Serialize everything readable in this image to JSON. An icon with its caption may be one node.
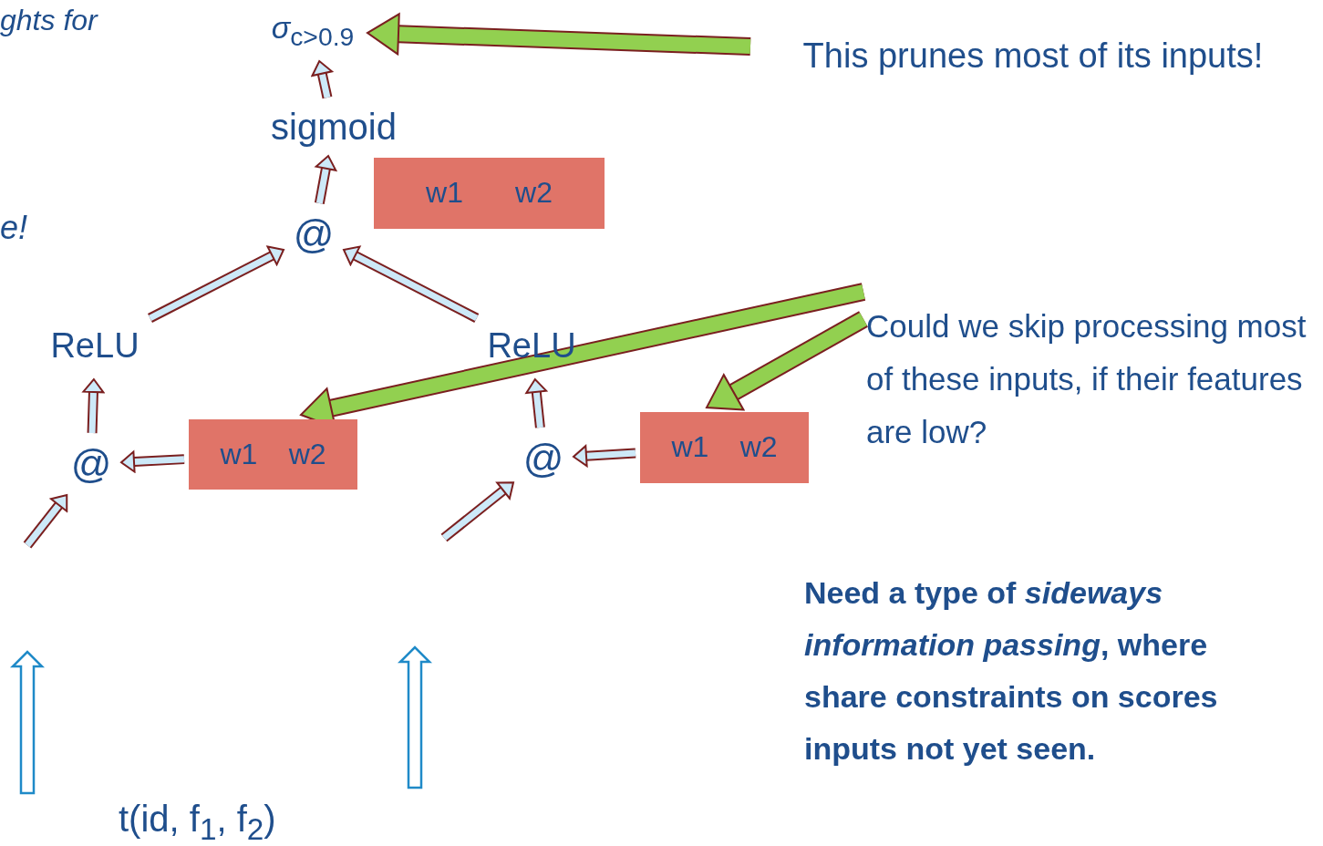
{
  "diagram": {
    "nodes": [
      {
        "text": [
          "*σ*$_{c>0.9}$"
        ]
      },
      {
        "text": [
          "sigmoid"
        ]
      },
      {
        "text": [
          "@"
        ]
      },
      {
        "text": [
          "w1",
          "w2"
        ]
      },
      {
        "text": [
          "ReLU"
        ]
      },
      {
        "text": [
          "ReLU"
        ]
      },
      {
        "text": [
          "@"
        ]
      },
      {
        "text": [
          "w1",
          "w2"
        ]
      },
      {
        "text": [
          "@"
        ]
      },
      {
        "text": [
          "w1",
          "w2"
        ]
      },
      {
        "text": [
          "This prunes most of its inputs!"
        ]
      },
      {
        "text": [
          "Could we skip processing most of these inputs, if their features are low?"
        ]
      }
    ],
    "edges": [
      {
        "from": 1,
        "to": 0,
        "arrow": "to"
      },
      {
        "from": 2,
        "to": 1,
        "arrow": "to"
      },
      {
        "from": 4,
        "to": 2,
        "arrow": "to"
      },
      {
        "from": 5,
        "to": 2,
        "arrow": "to"
      },
      {
        "from": 6,
        "to": 4,
        "arrow": "to"
      },
      {
        "from": 8,
        "to": 5,
        "arrow": "to"
      },
      {
        "from": 7,
        "to": 6,
        "arrow": "to"
      },
      {
        "from": 9,
        "to": 8,
        "arrow": "to"
      },
      {
        "from": null,
        "to": 6,
        "arrow": "to"
      },
      {
        "from": null,
        "to": 8,
        "arrow": "to"
      },
      {
        "from": 10,
        "to": 0,
        "arrow": "to",
        "style": "thick",
        "color": "#92d050"
      },
      {
        "from": 11,
        "to": 7,
        "arrow": "to",
        "style": "thick",
        "color": "#92d050"
      },
      {
        "from": 11,
        "to": 9,
        "arrow": "to",
        "style": "thick",
        "color": "#92d050"
      }
    ],
    "labels": [
      "ghts for",
      "e!",
      "t(id, f$_{1}$, f$_{2}$)",
      "Need a type of *sideways information  passing*, where share constraints on scores inputs not yet seen."
    ]
  }
}
